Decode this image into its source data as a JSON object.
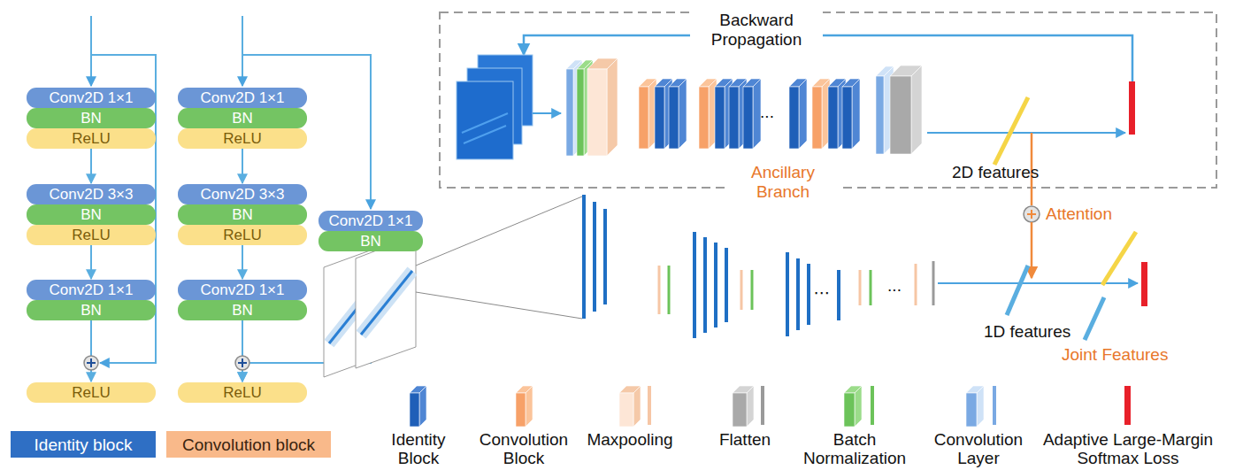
{
  "diagram": {
    "nodes": [
      {
        "text": [
          "Conv2D 1×1"
        ]
      },
      {
        "text": [
          "BN"
        ]
      },
      {
        "text": [
          "ReLU"
        ]
      },
      {
        "text": [
          "Conv2D 3×3"
        ]
      },
      {
        "text": [
          "BN"
        ]
      },
      {
        "text": [
          "ReLU"
        ]
      },
      {
        "text": [
          "Conv2D 1×1"
        ]
      },
      {
        "text": [
          "BN"
        ]
      },
      {
        "text": [
          "ReLU"
        ]
      },
      {
        "text": [
          "Conv2D 1×1"
        ]
      },
      {
        "text": [
          "BN"
        ]
      },
      {
        "text": [
          "ReLU"
        ]
      },
      {
        "text": [
          "Conv2D 3×3"
        ]
      },
      {
        "text": [
          "BN"
        ]
      },
      {
        "text": [
          "ReLU"
        ]
      },
      {
        "text": [
          "Conv2D 1×1"
        ]
      },
      {
        "text": [
          "BN"
        ]
      },
      {
        "text": [
          "ReLU"
        ]
      },
      {
        "text": [
          "Conv2D 1×1"
        ]
      },
      {
        "text": [
          "BN"
        ]
      },
      {
        "text": [
          "Identity block"
        ]
      },
      {
        "text": [
          "Convolution block"
        ]
      }
    ],
    "edges": [
      {
        "from": 2,
        "to": 3,
        "arrow": "to"
      },
      {
        "from": 5,
        "to": 6,
        "arrow": "to"
      },
      {
        "from": 7,
        "to": 8,
        "arrow": "to"
      },
      {
        "from": 11,
        "to": 12,
        "arrow": "to"
      },
      {
        "from": 14,
        "to": 15,
        "arrow": "to"
      },
      {
        "from": 16,
        "to": 17,
        "arrow": "to"
      },
      {
        "from": 19,
        "to": 17,
        "arrow": "to"
      }
    ],
    "labels": [
      "Backward Propagation",
      "Ancillary Branch",
      "2D features",
      "Attention",
      "1D features",
      "Joint Features",
      "...",
      "⋯",
      "..."
    ],
    "legend": [
      {
        "text": "Identity Block"
      },
      {
        "text": "Convolution Block"
      },
      {
        "text": "Maxpooling"
      },
      {
        "text": "Flatten"
      },
      {
        "text": "Batch Normalization"
      },
      {
        "text": "Convolution Layer"
      },
      {
        "text": "Adaptive Large-Margin Softmax Loss"
      }
    ]
  }
}
